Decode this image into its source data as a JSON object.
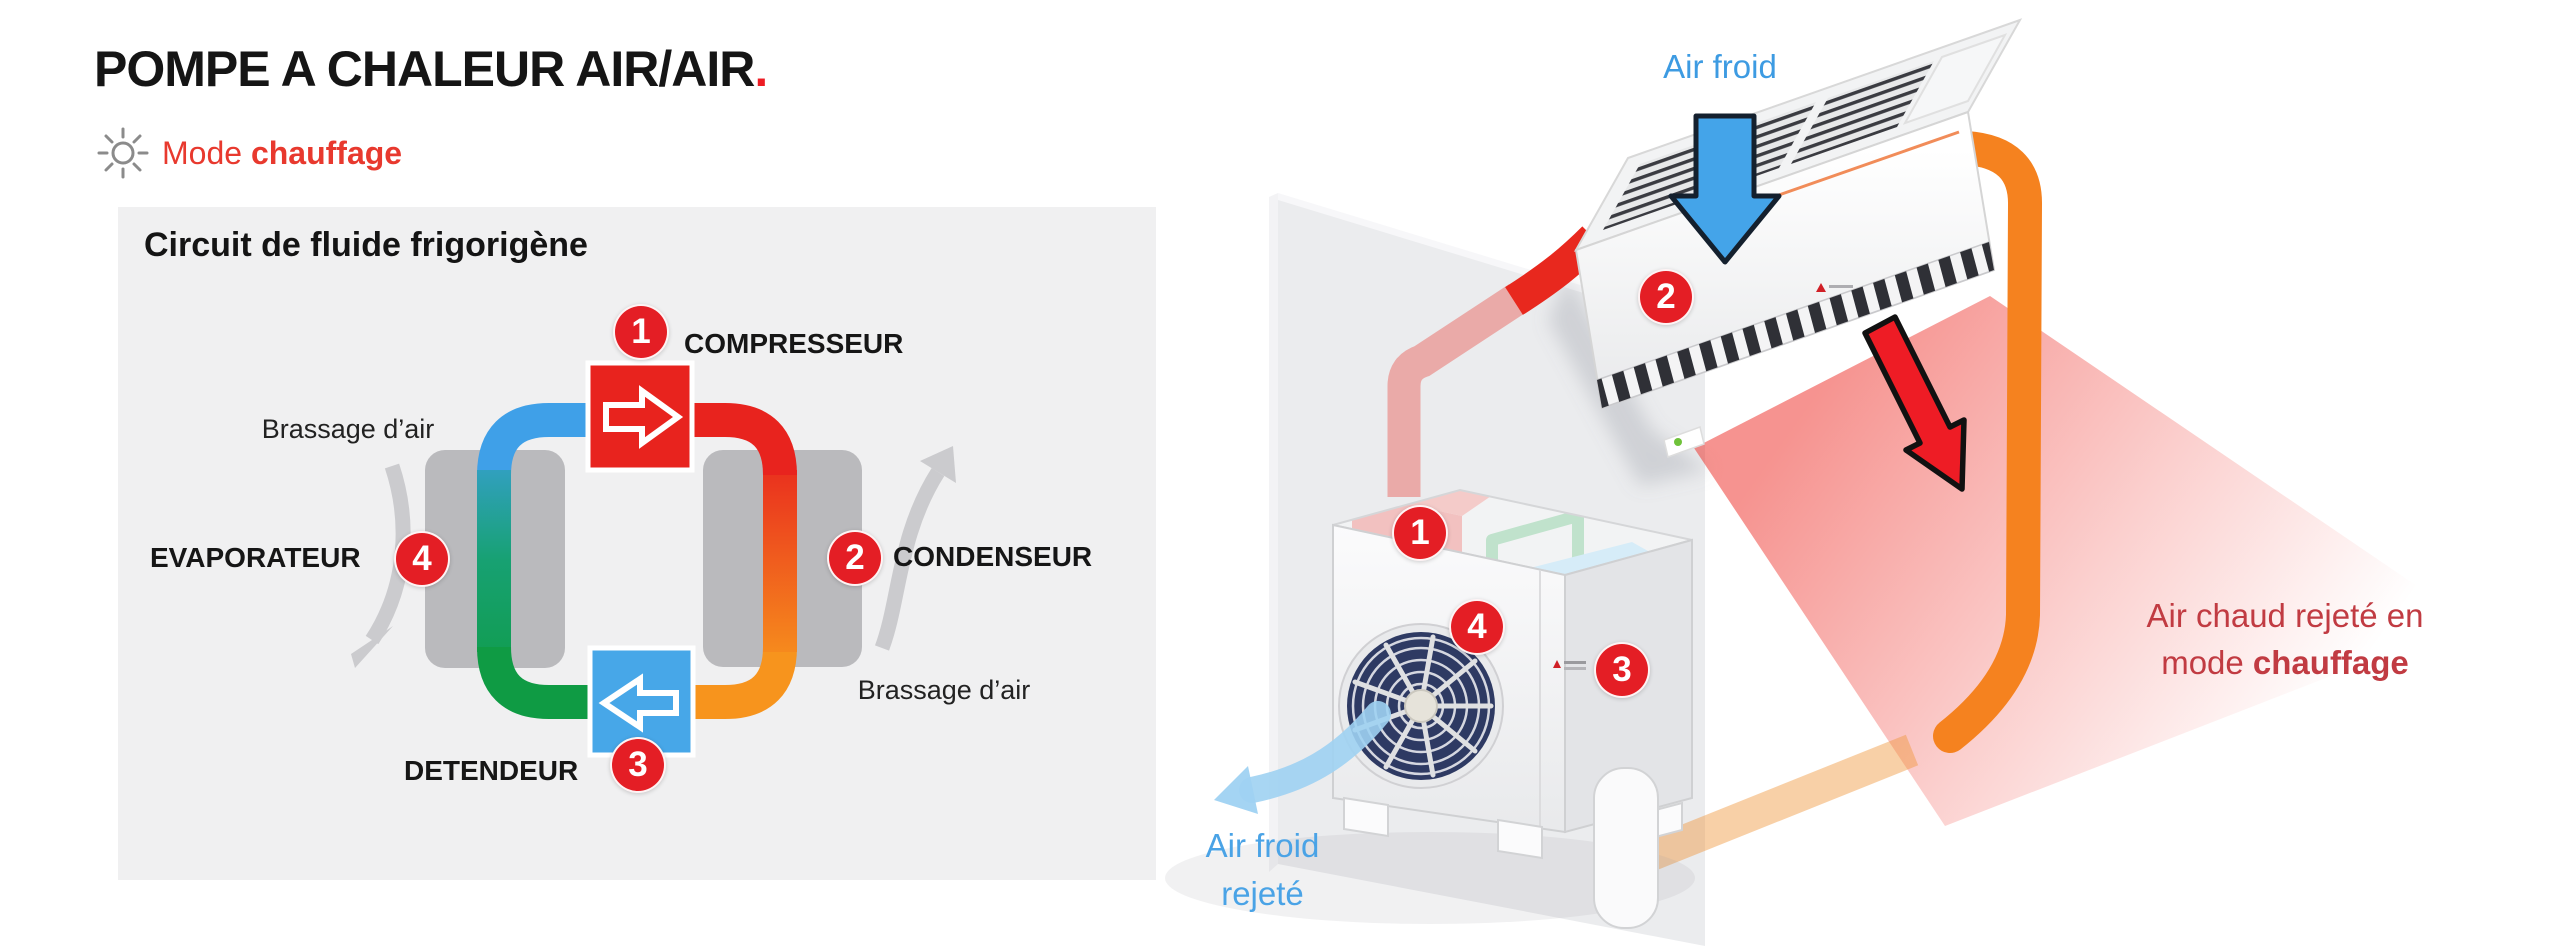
{
  "header": {
    "title": "POMPE A CHALEUR AIR/AIR",
    "title_dot": ".",
    "mode_prefix": "Mode ",
    "mode_bold": "chauffage"
  },
  "circuit_panel": {
    "title": "Circuit de fluide frigorigène",
    "compressor": {
      "num": "1",
      "label": "COMPRESSEUR"
    },
    "condenser": {
      "num": "2",
      "label": "CONDENSEUR"
    },
    "expansion_valve": {
      "num": "3",
      "label": "DETENDEUR"
    },
    "evaporator": {
      "num": "4",
      "label": "EVAPORATEUR"
    },
    "air_mixing_left": "Brassage d’air",
    "air_mixing_right": "Brassage d’air"
  },
  "illustration": {
    "indoor_unit_badge": "2",
    "outdoor_compressor_badge": "1",
    "outdoor_fan_badge": "4",
    "outdoor_valve_badge": "3",
    "cold_air_in": "Air froid",
    "cold_air_out_line1": "Air froid",
    "cold_air_out_line2": "rejeté",
    "hot_air_line1": "Air chaud rejeté en",
    "hot_air_line2_prefix": "mode ",
    "hot_air_line2_bold": "chauffage"
  },
  "colors": {
    "badge_red": "#e41e25",
    "pipe_red": "#e8231e",
    "pipe_orange": "#f7941d",
    "pipe_blue": "#3fa0e8",
    "pipe_green": "#0f9b44",
    "cold_text_blue": "#3d9be2",
    "hot_text_red": "#c13b42",
    "panel_bg": "#f0f0f1"
  }
}
